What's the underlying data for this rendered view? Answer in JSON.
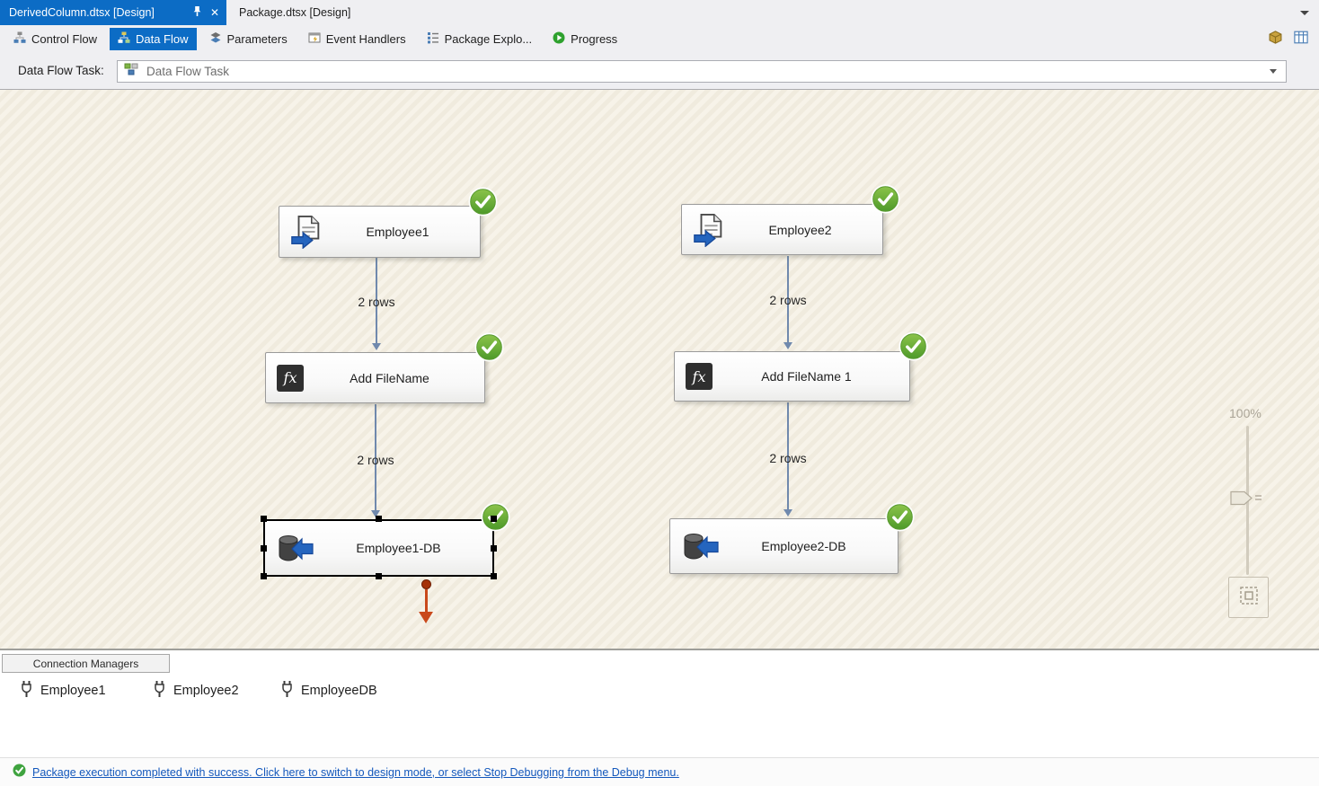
{
  "colors": {
    "accent_blue": "#0C6CC5",
    "success_green": "#5FA639",
    "connector_blue": "#7089AD",
    "error_output_orange": "#C9491B",
    "canvas_cream": "#F7F3E9",
    "link_blue": "#1458BC"
  },
  "window": {
    "tabs": [
      {
        "label": "DerivedColumn.dtsx [Design]",
        "active": true
      },
      {
        "label": "Package.dtsx [Design]",
        "active": false
      }
    ]
  },
  "designer_tabs": {
    "items": [
      {
        "label": "Control Flow",
        "selected": false
      },
      {
        "label": "Data Flow",
        "selected": true
      },
      {
        "label": "Parameters",
        "selected": false
      },
      {
        "label": "Event Handlers",
        "selected": false
      },
      {
        "label": "Package Explo...",
        "selected": false
      },
      {
        "label": "Progress",
        "selected": false
      }
    ]
  },
  "task_selector": {
    "label": "Data Flow Task:",
    "value": "Data Flow Task"
  },
  "canvas": {
    "zoom_level": "100%",
    "nodes": [
      {
        "label": "Employee1",
        "type": "flat-file-source",
        "status": "success",
        "selected": false
      },
      {
        "label": "Add FileName",
        "type": "derived-column",
        "status": "success",
        "selected": false
      },
      {
        "label": "Employee1-DB",
        "type": "oledb-destination",
        "status": "success",
        "selected": true
      },
      {
        "label": "Employee2",
        "type": "flat-file-source",
        "status": "success",
        "selected": false
      },
      {
        "label": "Add FileName 1",
        "type": "derived-column",
        "status": "success",
        "selected": false
      },
      {
        "label": "Employee2-DB",
        "type": "oledb-destination",
        "status": "success",
        "selected": false
      }
    ],
    "edges": [
      {
        "from": "Employee1",
        "to": "Add FileName",
        "label": "2 rows"
      },
      {
        "from": "Add FileName",
        "to": "Employee1-DB",
        "label": "2 rows"
      },
      {
        "from": "Employee2",
        "to": "Add FileName 1",
        "label": "2 rows"
      },
      {
        "from": "Add FileName 1",
        "to": "Employee2-DB",
        "label": "2 rows"
      }
    ]
  },
  "icons": {
    "fx_glyph": "fx"
  },
  "connection_managers": {
    "title": "Connection Managers",
    "items": [
      {
        "label": "Employee1"
      },
      {
        "label": "Employee2"
      },
      {
        "label": "EmployeeDB"
      }
    ]
  },
  "status_bar": {
    "message": "Package execution completed with success. Click here to switch to design mode, or select Stop Debugging from the Debug menu."
  }
}
